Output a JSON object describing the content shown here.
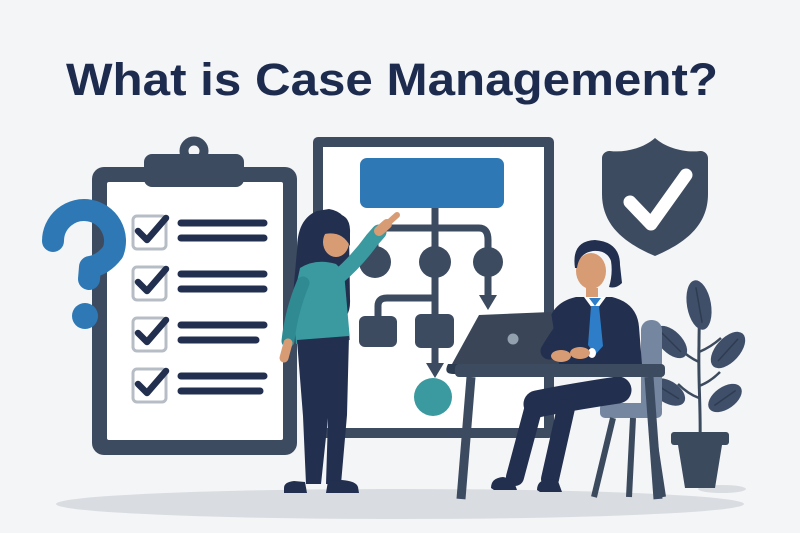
{
  "header": {
    "title": "What is Case Management?"
  },
  "colors": {
    "background": "#f4f5f7",
    "title": "#1d2b4e",
    "navy": "#222f4e",
    "slate": "#3d4b60",
    "blue": "#2e79b5",
    "tie_blue": "#2d7dc8",
    "teal": "#3a9aa0",
    "teal_dark": "#2f8a92",
    "skin": "#d89c74",
    "chair": "#7486a0",
    "checkbox_border": "#b7bdc5",
    "paper": "#ffffff",
    "laptop": "#3a4658",
    "laptop_base": "#2e3c52",
    "leaf": "#3f4f69",
    "pot": "#3c4a5e",
    "shadow": "#d9dce1",
    "logo_dot": "#93a0ae",
    "vein": "#2e3c50"
  },
  "illustration": {
    "icons": [
      "question-mark-icon",
      "clipboard-checklist-icon",
      "flowchart-icon",
      "shield-check-icon",
      "laptop-icon",
      "potted-plant-icon"
    ],
    "checklist_rows": 4,
    "checklist_lines_per_row": 2,
    "all_items_checked": true,
    "flowchart_mid_nodes": 3,
    "flowchart_lower_nodes": 2
  }
}
